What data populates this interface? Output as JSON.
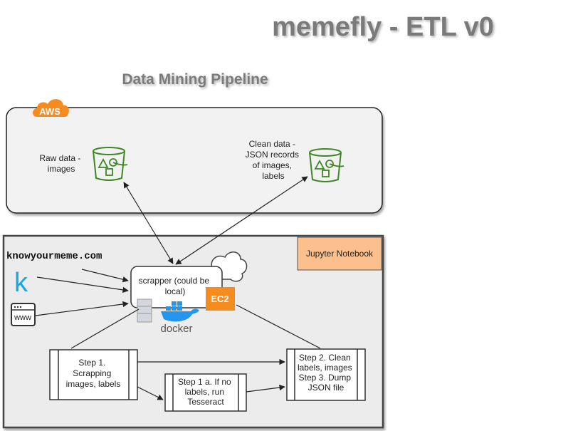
{
  "title": "memefly - ETL v0",
  "subtitle": "Data Mining Pipeline",
  "aws": {
    "badge": "AWS",
    "raw": {
      "lines": [
        "Raw data -",
        "images"
      ]
    },
    "clean": {
      "lines": [
        "Clean data -",
        "JSON records",
        "of images,",
        "labels"
      ]
    }
  },
  "notebook": {
    "badge": "Jupyter Notebook",
    "source_site": "knowyourmeme.com",
    "k_logo": "k",
    "www_label": "www",
    "scrapper": {
      "lines": [
        "scrapper (could be",
        "local)"
      ]
    },
    "ec2": "EC2",
    "docker": "docker",
    "step1": {
      "lines": [
        "Step 1.",
        "Scrapping",
        "images, labels"
      ]
    },
    "step1a": {
      "lines": [
        "Step 1 a. If no",
        "labels, run",
        "Tesseract"
      ]
    },
    "step2": {
      "lines": [
        "Step 2. Clean",
        "labels, images",
        "Step 3. Dump",
        "JSON file"
      ]
    }
  },
  "colors": {
    "title": "#7a7a7a",
    "aws_orange": "#f68c1f",
    "bucket_green": "#3f8624",
    "jupyter_fill": "#fbc08d",
    "k_blue": "#1aa6e3",
    "docker_blue": "#2496ed"
  },
  "icons": [
    "aws-cloud-icon",
    "s3-bucket-icon",
    "k-logo-icon",
    "browser-window-icon",
    "server-icon",
    "docker-whale-icon",
    "cloud-outline-icon"
  ]
}
